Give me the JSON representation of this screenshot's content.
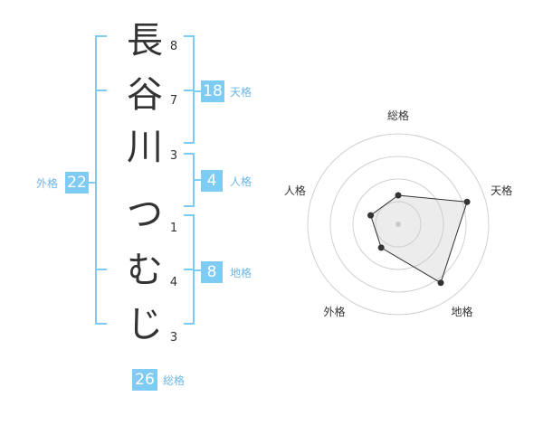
{
  "name": {
    "chars": [
      {
        "char": "長",
        "strokes": "8"
      },
      {
        "char": "谷",
        "strokes": "7"
      },
      {
        "char": "川",
        "strokes": "3"
      },
      {
        "char": "つ",
        "strokes": "1"
      },
      {
        "char": "む",
        "strokes": "4"
      },
      {
        "char": "じ",
        "strokes": "3"
      }
    ]
  },
  "fortune": {
    "tenkaku": {
      "value": "18",
      "label": "天格"
    },
    "jinkaku": {
      "value": "4",
      "label": "人格"
    },
    "chikaku": {
      "value": "8",
      "label": "地格"
    },
    "gaikaku": {
      "value": "22",
      "label": "外格"
    },
    "soukaku": {
      "value": "26",
      "label": "総格"
    }
  },
  "colors": {
    "accent": "#7ecbf3",
    "label": "#6cb7e8",
    "text": "#333333"
  },
  "chart_data": {
    "type": "radar",
    "axes": [
      "総格",
      "天格",
      "地格",
      "外格",
      "人格"
    ],
    "values": [
      1.6,
      4.0,
      4.0,
      1.6,
      1.6
    ],
    "max": 5,
    "rings": 4
  }
}
